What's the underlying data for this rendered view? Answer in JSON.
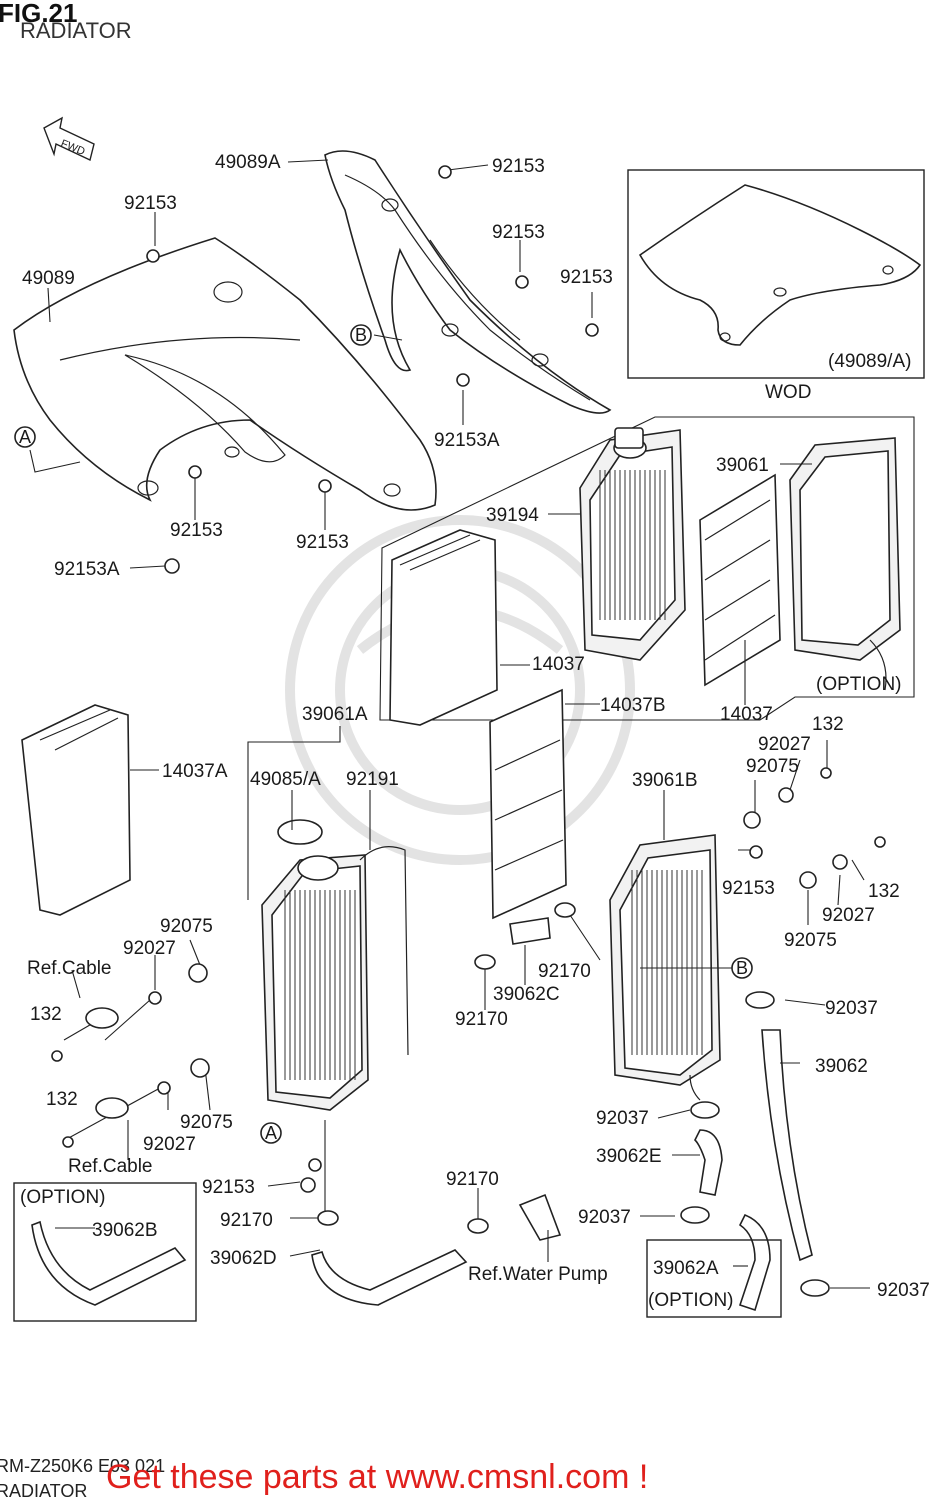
{
  "header": {
    "figure": "FIG.21",
    "subtitle": "RADIATOR"
  },
  "arrow_label": "FWD",
  "callouts": {
    "c49089A": "49089A",
    "c92153_a": "92153",
    "c92153_b": "92153",
    "c92153_c": "92153",
    "c92153_d": "92153",
    "c49089": "49089",
    "cB_top": "B",
    "cA_left": "A",
    "c92153_e": "92153",
    "c92153_f": "92153",
    "c92153A_a": "92153A",
    "c92153A_b": "92153A",
    "c39194": "39194",
    "c39061": "39061",
    "c14037": "14037",
    "c14037_b": "14037",
    "c14037B": "14037B",
    "c39061A": "39061A",
    "c14037A": "14037A",
    "c49085A": "49085/A",
    "c92191": "92191",
    "c39061B": "39061B",
    "c132_a": "132",
    "c92027_a": "92027",
    "c92075_a": "92075",
    "c92153_g": "92153",
    "c132_b": "132",
    "c92027_b": "92027",
    "c92075_b": "92075",
    "c92075_c": "92075",
    "c92027_c": "92027",
    "cRefCable_a": "Ref.Cable",
    "c132_c": "132",
    "c92170_a": "92170",
    "c39062C": "39062C",
    "c92170_b": "92170",
    "cB_right": "B",
    "c92037_a": "92037",
    "c39062": "39062",
    "c132_d": "132",
    "c92027_d": "92027",
    "c92075_d": "92075",
    "cRefCable_b": "Ref.Cable",
    "cA_lower": "A",
    "c92153_h": "92153",
    "c92037_b": "92037",
    "c39062E": "39062E",
    "c92170_c": "92170",
    "c92037_c": "92037",
    "c92170_d": "92170",
    "c39062D": "39062D",
    "cRefWaterPump": "Ref.Water Pump",
    "c39062A": "39062A",
    "c92037_d": "92037",
    "c39062B": "39062B"
  },
  "option_boxes": {
    "wod_label": "WOD",
    "wod_part": "(49089/A)",
    "option_right": "(OPTION)",
    "option_left": "(OPTION)",
    "option_bottom": "(OPTION)"
  },
  "footer": {
    "code": "RM-Z250K6 E03 021",
    "subtitle": "RADIATOR",
    "cta": "Get these parts at www.cmsnl.com !"
  },
  "colors": {
    "cta": "#e0201c",
    "line": "#222222",
    "watermark": "#e3e3e3"
  }
}
